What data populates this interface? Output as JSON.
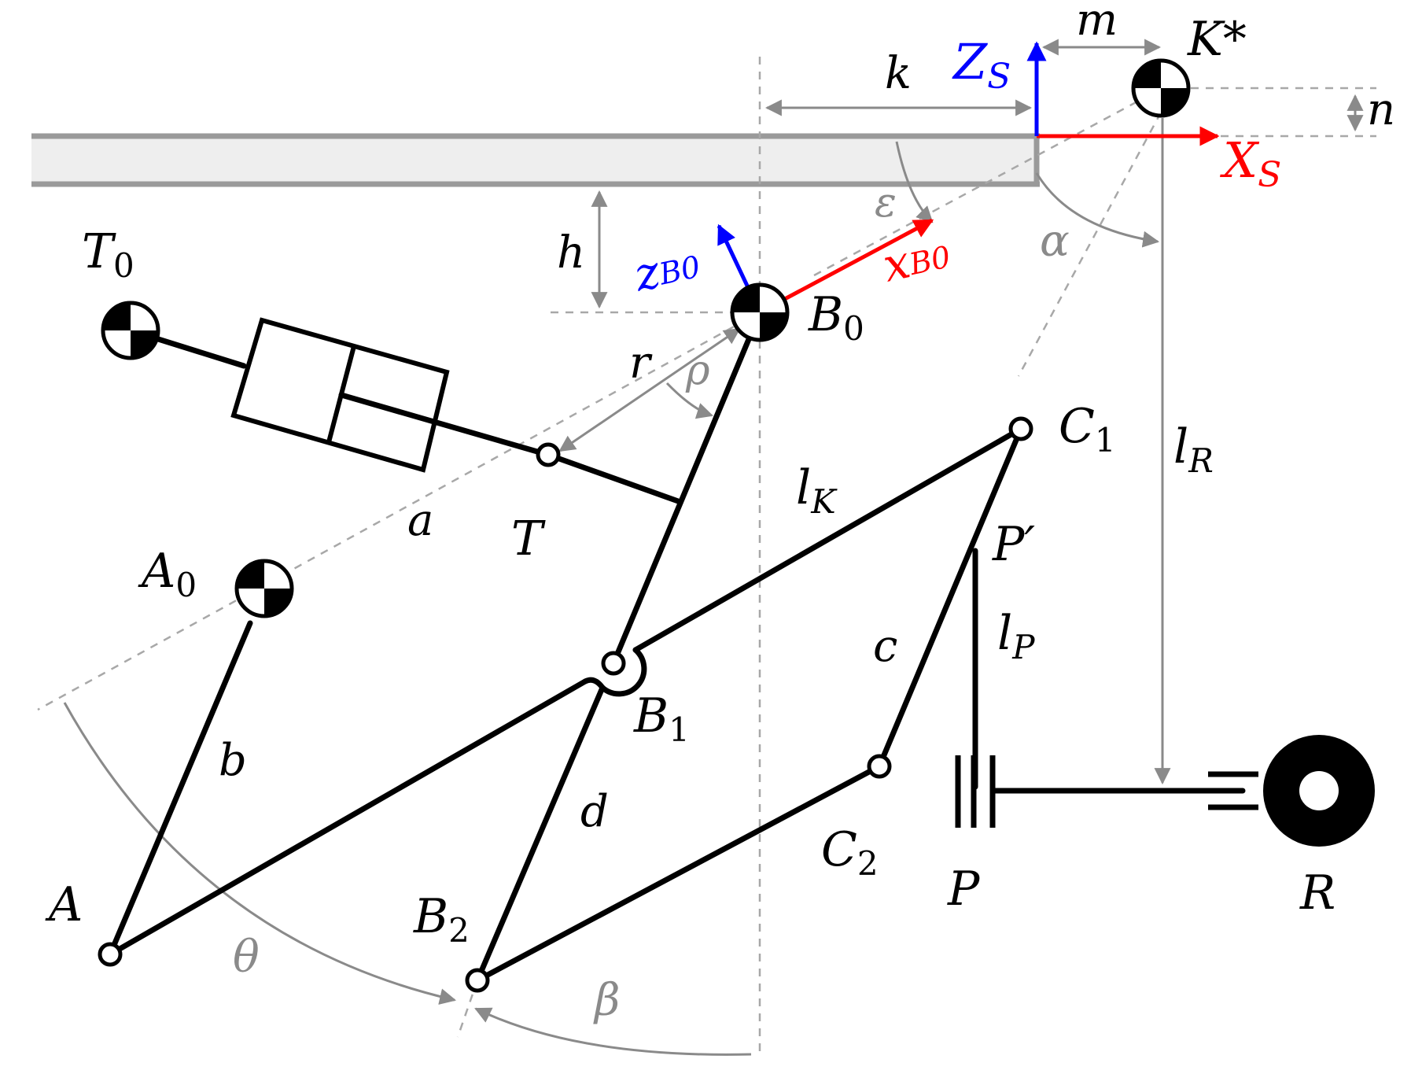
{
  "labels": {
    "T0": {
      "main": "T",
      "sub": "0"
    },
    "A0": {
      "main": "A",
      "sub": "0"
    },
    "B0": {
      "main": "B",
      "sub": "0"
    },
    "B1": {
      "main": "B",
      "sub": "1"
    },
    "B2": {
      "main": "B",
      "sub": "2"
    },
    "C1": {
      "main": "C",
      "sub": "1"
    },
    "C2": {
      "main": "C",
      "sub": "2"
    },
    "A": "A",
    "T": "T",
    "P": "P",
    "P_prime": "P′",
    "R": "R",
    "K_star": "K*",
    "a": "a",
    "b": "b",
    "c": "c",
    "d": "d",
    "r": "r",
    "h": "h",
    "k": "k",
    "m": "m",
    "n": "n",
    "lK": {
      "main": "l",
      "sub": "K"
    },
    "lP": {
      "main": "l",
      "sub": "P"
    },
    "lR": {
      "main": "l",
      "sub": "R"
    },
    "rho": "ρ",
    "epsilon": "ε",
    "alpha": "α",
    "theta": "θ",
    "beta": "β",
    "XS": {
      "main": "X",
      "sub": "S"
    },
    "ZS": {
      "main": "Z",
      "sub": "S"
    },
    "xB0": {
      "main": "x",
      "sub": "B0"
    },
    "zB0": {
      "main": "z",
      "sub": "B0"
    }
  },
  "colors": {
    "x_axis": "#ff0000",
    "z_axis": "#0000ff",
    "dimension": "#8a8a8a",
    "dashed": "#a8a8a8",
    "link": "#000000",
    "frame_fill": "#eeeeee",
    "frame_edge": "#9a9a9a"
  },
  "icons": {
    "center_of_mass": "center-of-mass-icon",
    "wheel": "wheel-icon",
    "spring": "spring-icon",
    "damper": "damper-icon"
  }
}
